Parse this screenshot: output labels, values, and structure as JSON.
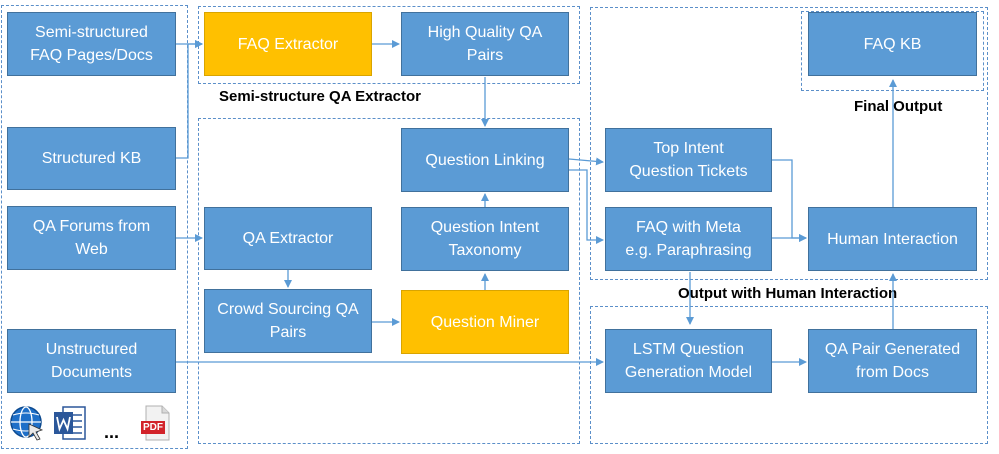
{
  "sources": {
    "semi_structured": "Semi-structured\nFAQ Pages/Docs",
    "structured_kb": "Structured KB",
    "qa_forums": "QA Forums from\nWeb",
    "unstructured": "Unstructured\nDocuments",
    "ellipsis": "..."
  },
  "semi_extractor": {
    "label": "Semi-structure QA Extractor",
    "faq_extractor": "FAQ Extractor",
    "high_quality_pairs": "High Quality QA\nPairs"
  },
  "middle": {
    "question_linking": "Question Linking",
    "intent_taxonomy": "Question Intent\nTaxonomy",
    "qa_extractor": "QA Extractor",
    "crowd_sourcing": "Crowd Sourcing QA\nPairs",
    "question_miner": "Question Miner"
  },
  "human_output": {
    "label": "Output with Human Interaction",
    "top_intent": "Top Intent\nQuestion Tickets",
    "faq_meta": "FAQ with Meta\ne.g. Paraphrasing",
    "human_interaction": "Human Interaction"
  },
  "final_output": {
    "label": "Final Output",
    "faq_kb": "FAQ KB"
  },
  "generation": {
    "lstm": "LSTM Question\nGeneration Model",
    "qa_from_docs": "QA Pair Generated\nfrom Docs"
  },
  "pdf_badge": "PDF",
  "colors": {
    "box_fill": "#5b9bd5",
    "box_border": "#41719c",
    "highlight_fill": "#ffc000",
    "arrow": "#5b9bd5",
    "dashed_border": "#5b8fc9"
  },
  "icons": [
    "globe-icon",
    "word-doc-icon",
    "pdf-doc-icon"
  ]
}
